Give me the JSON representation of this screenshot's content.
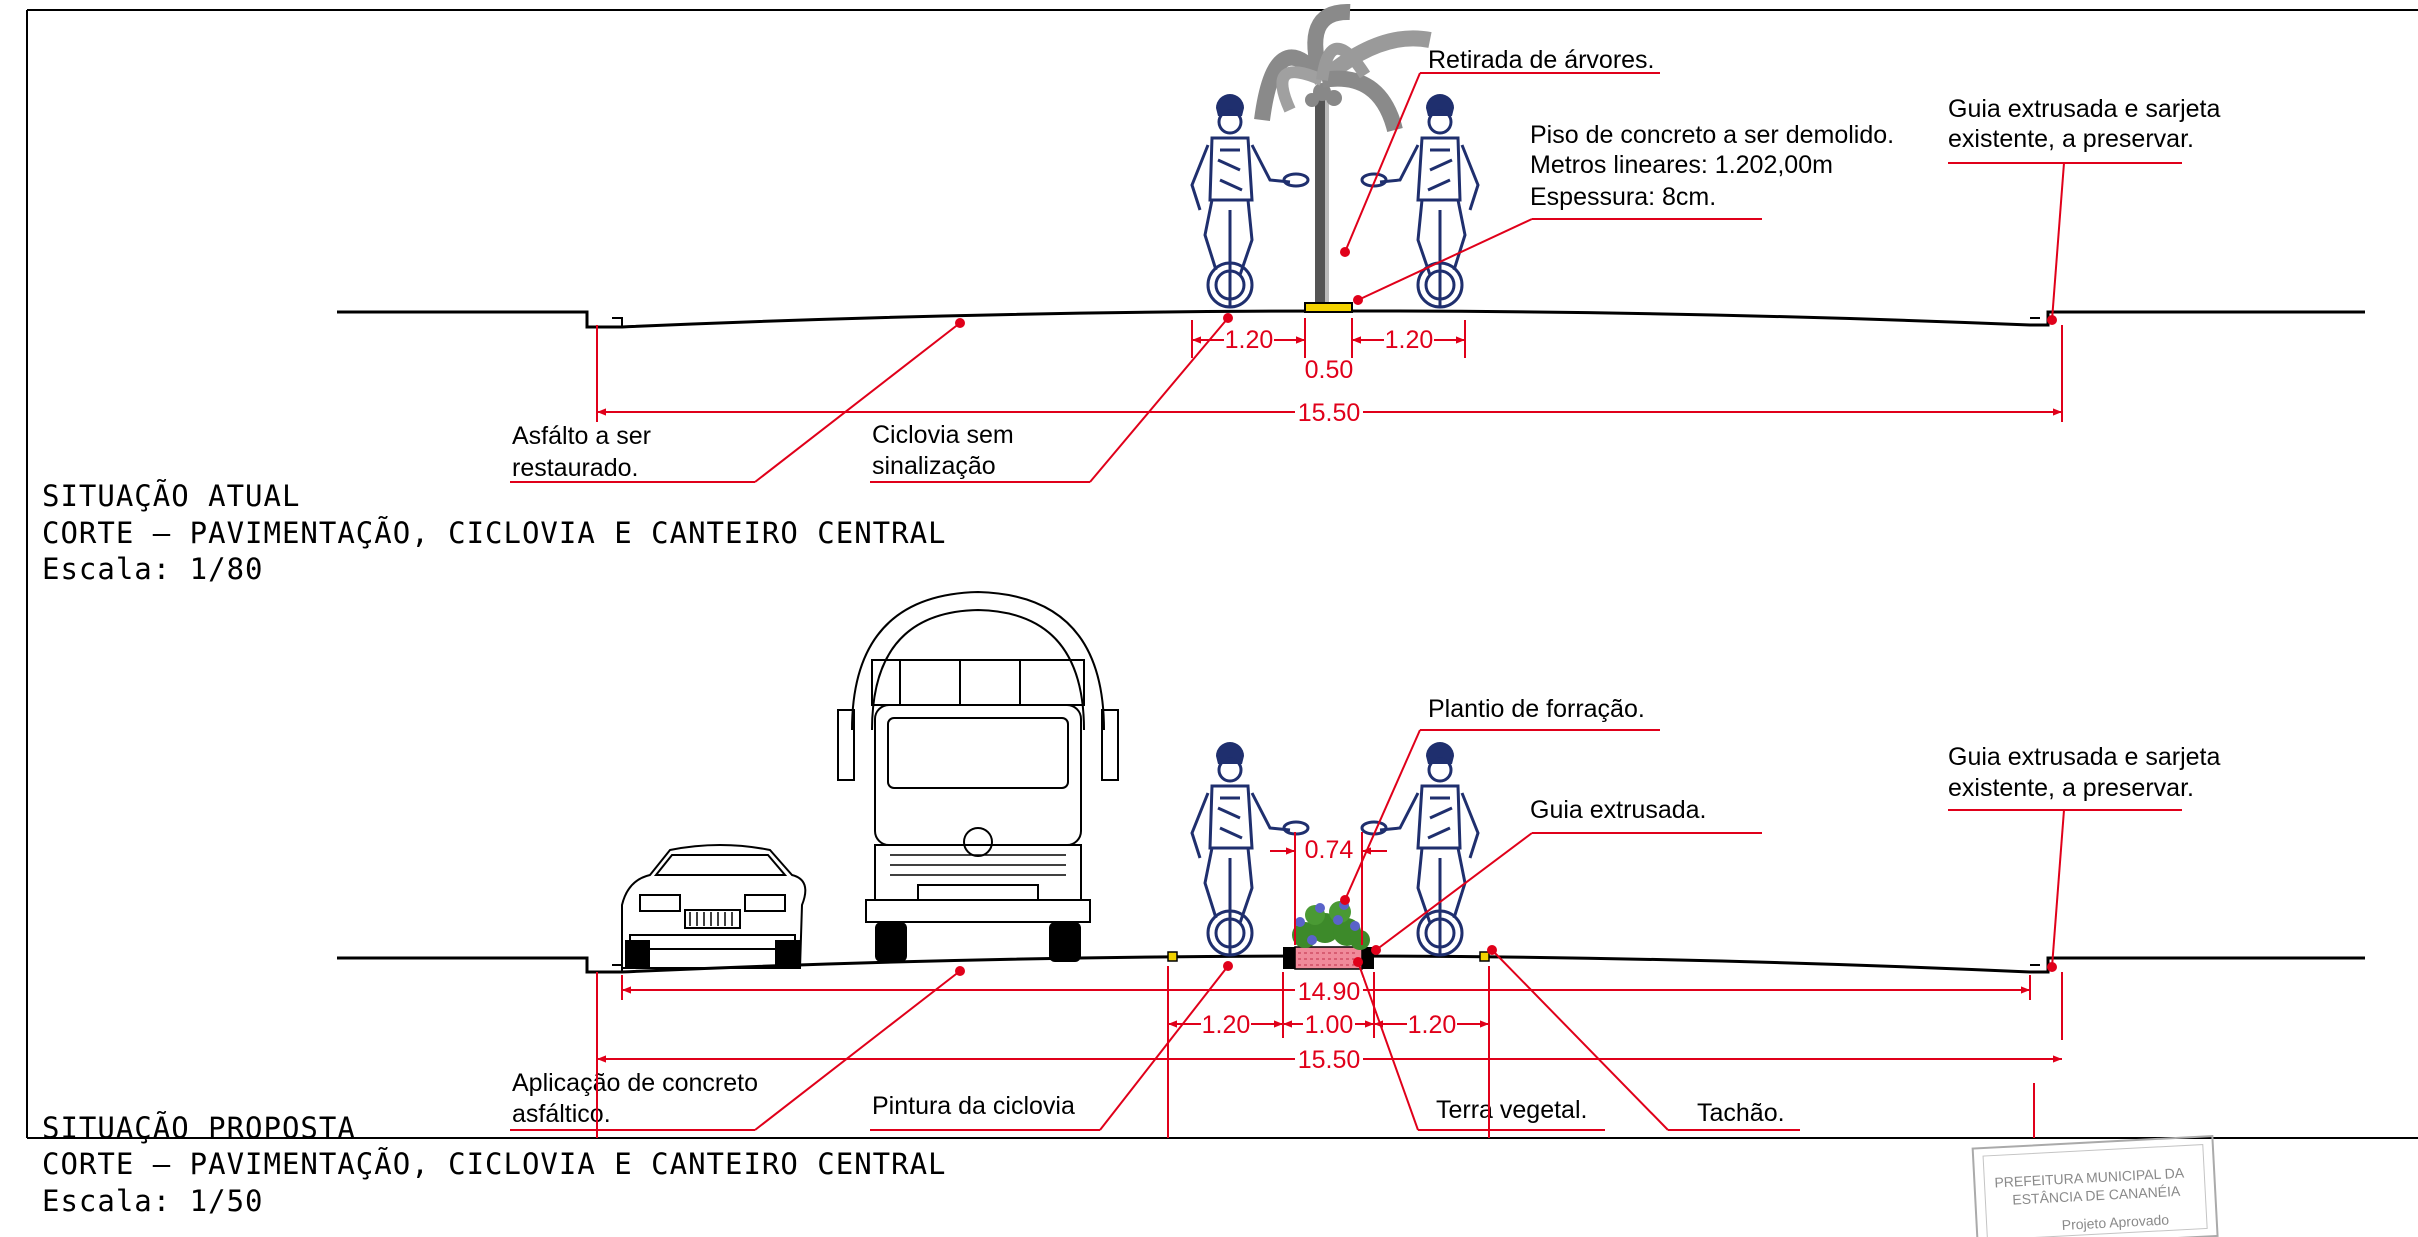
{
  "top_section": {
    "annotations": {
      "trees": "Retirada de árvores.",
      "piso_line1": "Piso de concreto a ser demolido.",
      "piso_line2": "Metros lineares: 1.202,00m",
      "piso_line3": "Espessura: 8cm.",
      "guia_line1": "Guia extrusada e sarjeta",
      "guia_line2": "existente, a preservar.",
      "asfalto_line1": "Asfálto a ser",
      "asfalto_line2": "restaurado.",
      "ciclovia_line1": "Ciclovia sem",
      "ciclovia_line2": "sinalização"
    },
    "dimensions": {
      "bike_left": "1.20",
      "median": "0.50",
      "bike_right": "1.20",
      "total": "15.50"
    },
    "title": {
      "line1": "SITUAÇÃO ATUAL",
      "line2": "CORTE – PAVIMENTAÇÃO, CICLOVIA E CANTEIRO CENTRAL",
      "line3": "Escala: 1/80"
    }
  },
  "bottom_section": {
    "annotations": {
      "plantio": "Plantio de forração.",
      "guia": "Guia extrusada.",
      "guia_sarjeta_line1": "Guia extrusada e sarjeta",
      "guia_sarjeta_line2": "existente, a preservar.",
      "concreto_line1": "Aplicação de concreto",
      "concreto_line2": "asfáltico.",
      "pintura": "Pintura da ciclovia",
      "terra": "Terra vegetal.",
      "tachao": "Tachão."
    },
    "dimensions": {
      "median_top": "0.74",
      "inner": "14.90",
      "bike_left": "1.20",
      "median": "1.00",
      "bike_right": "1.20",
      "total": "15.50"
    },
    "title": {
      "line1": "SITUAÇÃO PROPOSTA",
      "line2": "CORTE – PAVIMENTAÇÃO, CICLOVIA E CANTEIRO CENTRAL",
      "line3": "Escala: 1/50"
    }
  },
  "stamp": {
    "line1": "PREFEITURA MUNICIPAL DA",
    "line2": "ESTÂNCIA DE CANANÉIA",
    "line3": "Projeto Aprovado"
  },
  "colors": {
    "annotation_lines": "#e0001a",
    "cyclist": "#1f2f6e",
    "median_curb": "#f2d200",
    "planting": "#3d8a2a",
    "flowers": "#5a63c9",
    "soil": "#f08a9a"
  }
}
